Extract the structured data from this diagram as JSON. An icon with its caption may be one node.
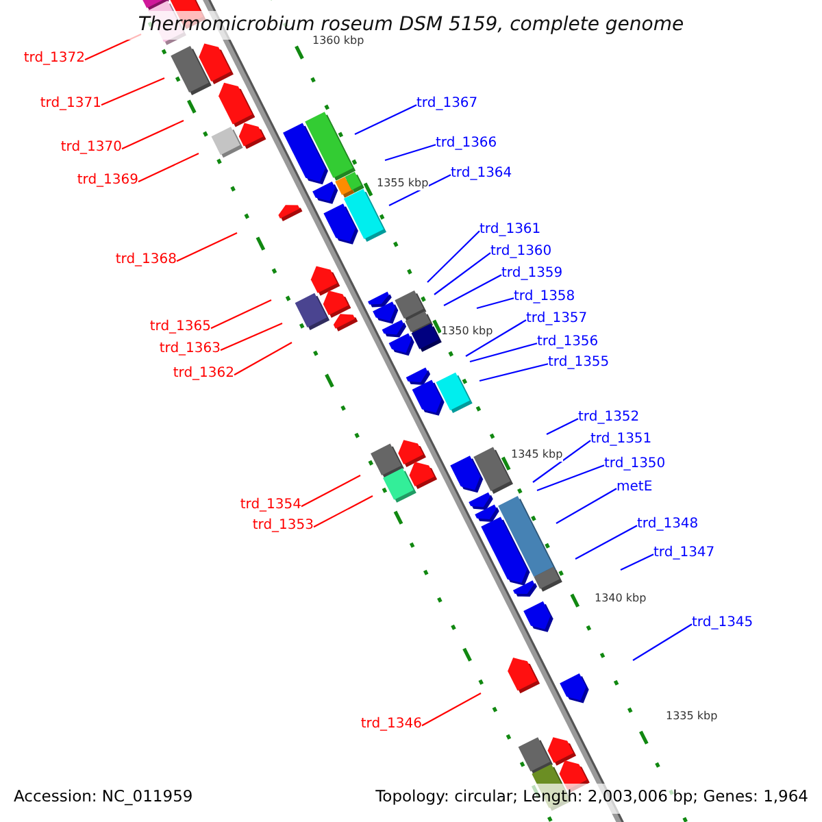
{
  "diagram": {
    "title": "Thermomicrobium roseum DSM 5159, complete genome",
    "nodes": [
      {
        "text": [
          "trd_1372"
        ]
      },
      {
        "text": [
          "trd_1371"
        ]
      },
      {
        "text": [
          "trd_1367"
        ]
      },
      {
        "text": [
          "trd_1366"
        ]
      },
      {
        "text": [
          "trd_1370"
        ]
      },
      {
        "text": [
          "trd_1364"
        ]
      },
      {
        "text": [
          "trd_1369"
        ]
      },
      {
        "text": [
          "trd_1361"
        ]
      },
      {
        "text": [
          "trd_1360"
        ]
      },
      {
        "text": [
          "trd_1368"
        ]
      },
      {
        "text": [
          "trd_1359"
        ]
      },
      {
        "text": [
          "trd_1358"
        ]
      },
      {
        "text": [
          "trd_1357"
        ]
      },
      {
        "text": [
          "trd_1365"
        ]
      },
      {
        "text": [
          "trd_1356"
        ]
      },
      {
        "text": [
          "trd_1363"
        ]
      },
      {
        "text": [
          "trd_1355"
        ]
      },
      {
        "text": [
          "trd_1362"
        ]
      },
      {
        "text": [
          "trd_1352"
        ]
      },
      {
        "text": [
          "trd_1351"
        ]
      },
      {
        "text": [
          "trd_1350"
        ]
      },
      {
        "text": [
          "metE"
        ]
      },
      {
        "text": [
          "trd_1354"
        ]
      },
      {
        "text": [
          "trd_1348"
        ]
      },
      {
        "text": [
          "trd_1353"
        ]
      },
      {
        "text": [
          "trd_1347"
        ]
      },
      {
        "text": [
          "trd_1345"
        ]
      },
      {
        "text": [
          "trd_1346"
        ]
      }
    ],
    "edges": [
      {
        "from": 0,
        "to": null,
        "arrow": "none",
        "color": "#ff0000"
      },
      {
        "from": 1,
        "to": null,
        "arrow": "none",
        "color": "#ff0000"
      },
      {
        "from": 2,
        "to": null,
        "arrow": "none"
      },
      {
        "from": 3,
        "to": null,
        "arrow": "none"
      },
      {
        "from": 4,
        "to": null,
        "arrow": "none",
        "color": "#ff0000"
      },
      {
        "from": 5,
        "to": null,
        "arrow": "none"
      },
      {
        "from": 6,
        "to": null,
        "arrow": "none",
        "color": "#ff0000"
      },
      {
        "from": 7,
        "to": null,
        "arrow": "none"
      },
      {
        "from": 8,
        "to": null,
        "arrow": "none"
      },
      {
        "from": 9,
        "to": null,
        "arrow": "none",
        "color": "#ff0000"
      },
      {
        "from": 10,
        "to": null,
        "arrow": "none"
      },
      {
        "from": 11,
        "to": null,
        "arrow": "none"
      },
      {
        "from": 12,
        "to": null,
        "arrow": "none"
      },
      {
        "from": 13,
        "to": null,
        "arrow": "none",
        "color": "#ff0000"
      },
      {
        "from": 14,
        "to": null,
        "arrow": "none"
      },
      {
        "from": 15,
        "to": null,
        "arrow": "none",
        "color": "#ff0000"
      },
      {
        "from": 16,
        "to": null,
        "arrow": "none"
      },
      {
        "from": 17,
        "to": null,
        "arrow": "none",
        "color": "#ff0000"
      },
      {
        "from": 18,
        "to": null,
        "arrow": "none"
      },
      {
        "from": 19,
        "to": null,
        "arrow": "none"
      },
      {
        "from": 20,
        "to": null,
        "arrow": "none"
      },
      {
        "from": 21,
        "to": null,
        "arrow": "none"
      },
      {
        "from": 22,
        "to": null,
        "arrow": "none",
        "color": "#ff0000"
      },
      {
        "from": 23,
        "to": null,
        "arrow": "none"
      },
      {
        "from": 24,
        "to": null,
        "arrow": "none",
        "color": "#ff0000"
      },
      {
        "from": 25,
        "to": null,
        "arrow": "none"
      },
      {
        "from": 26,
        "to": null,
        "arrow": "none"
      },
      {
        "from": 27,
        "to": null,
        "arrow": "none",
        "color": "#ff0000"
      }
    ],
    "labels": [
      "1360 kbp",
      "1355 kbp",
      "1350 kbp",
      "1345 kbp",
      "1340 kbp",
      "1335 kbp",
      "Accession: NC_011959",
      "Topology: circular; Length: 2,003,006 bp; Genes: 1,964"
    ]
  }
}
